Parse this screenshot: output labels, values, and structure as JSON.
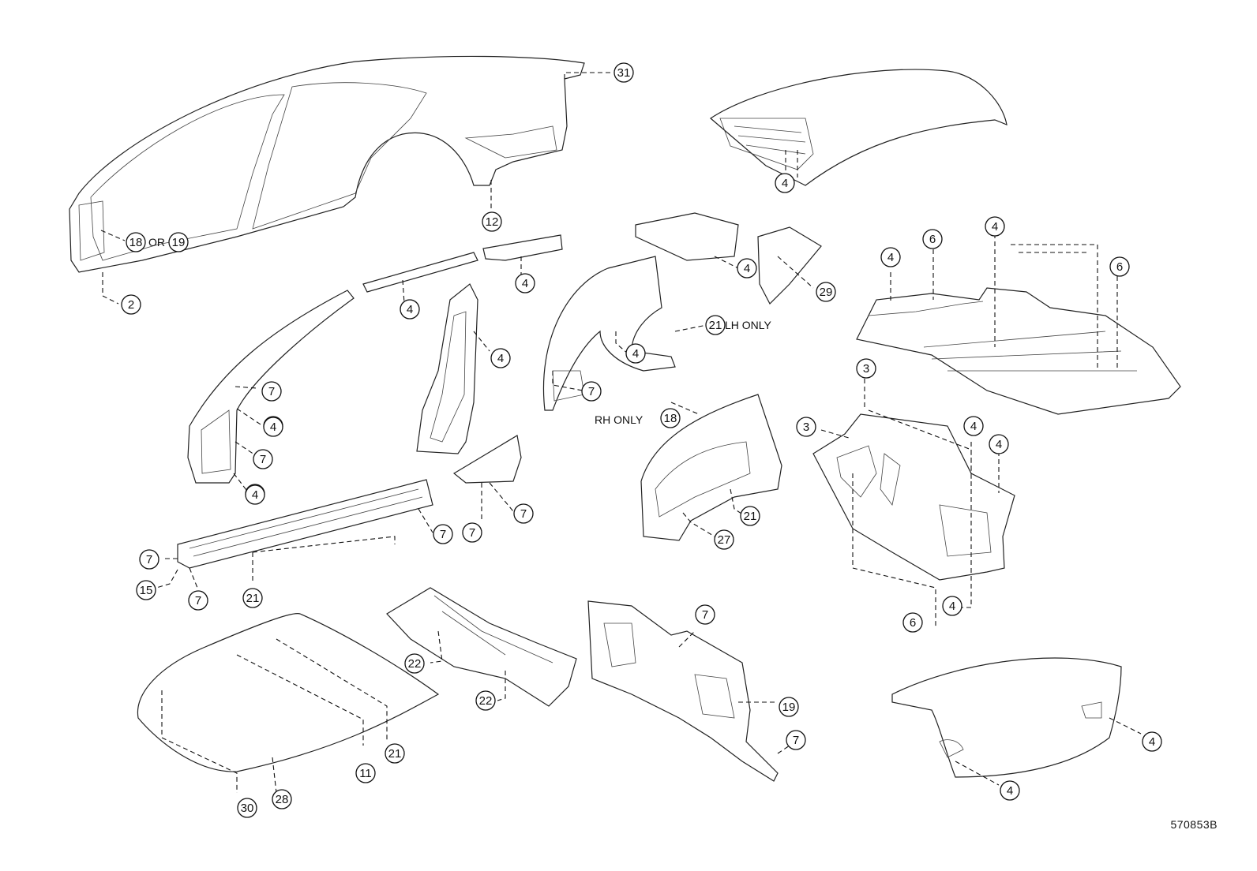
{
  "diagram": {
    "code": "570853B",
    "notes": {
      "lh_only": "LH ONLY",
      "rh_only": "RH ONLY",
      "or": "OR"
    },
    "callouts": [
      "31",
      "18",
      "19",
      "2",
      "12",
      "4",
      "4",
      "4",
      "4",
      "4",
      "4",
      "4",
      "29",
      "21",
      "4",
      "7",
      "7",
      "4",
      "7",
      "4",
      "18",
      "21",
      "27",
      "7",
      "7",
      "7",
      "7",
      "15",
      "7",
      "21",
      "4",
      "6",
      "4",
      "6",
      "3",
      "4",
      "4",
      "3",
      "4",
      "6",
      "22",
      "22",
      "7",
      "19",
      "7",
      "21",
      "11",
      "30",
      "28",
      "4",
      "4"
    ]
  }
}
